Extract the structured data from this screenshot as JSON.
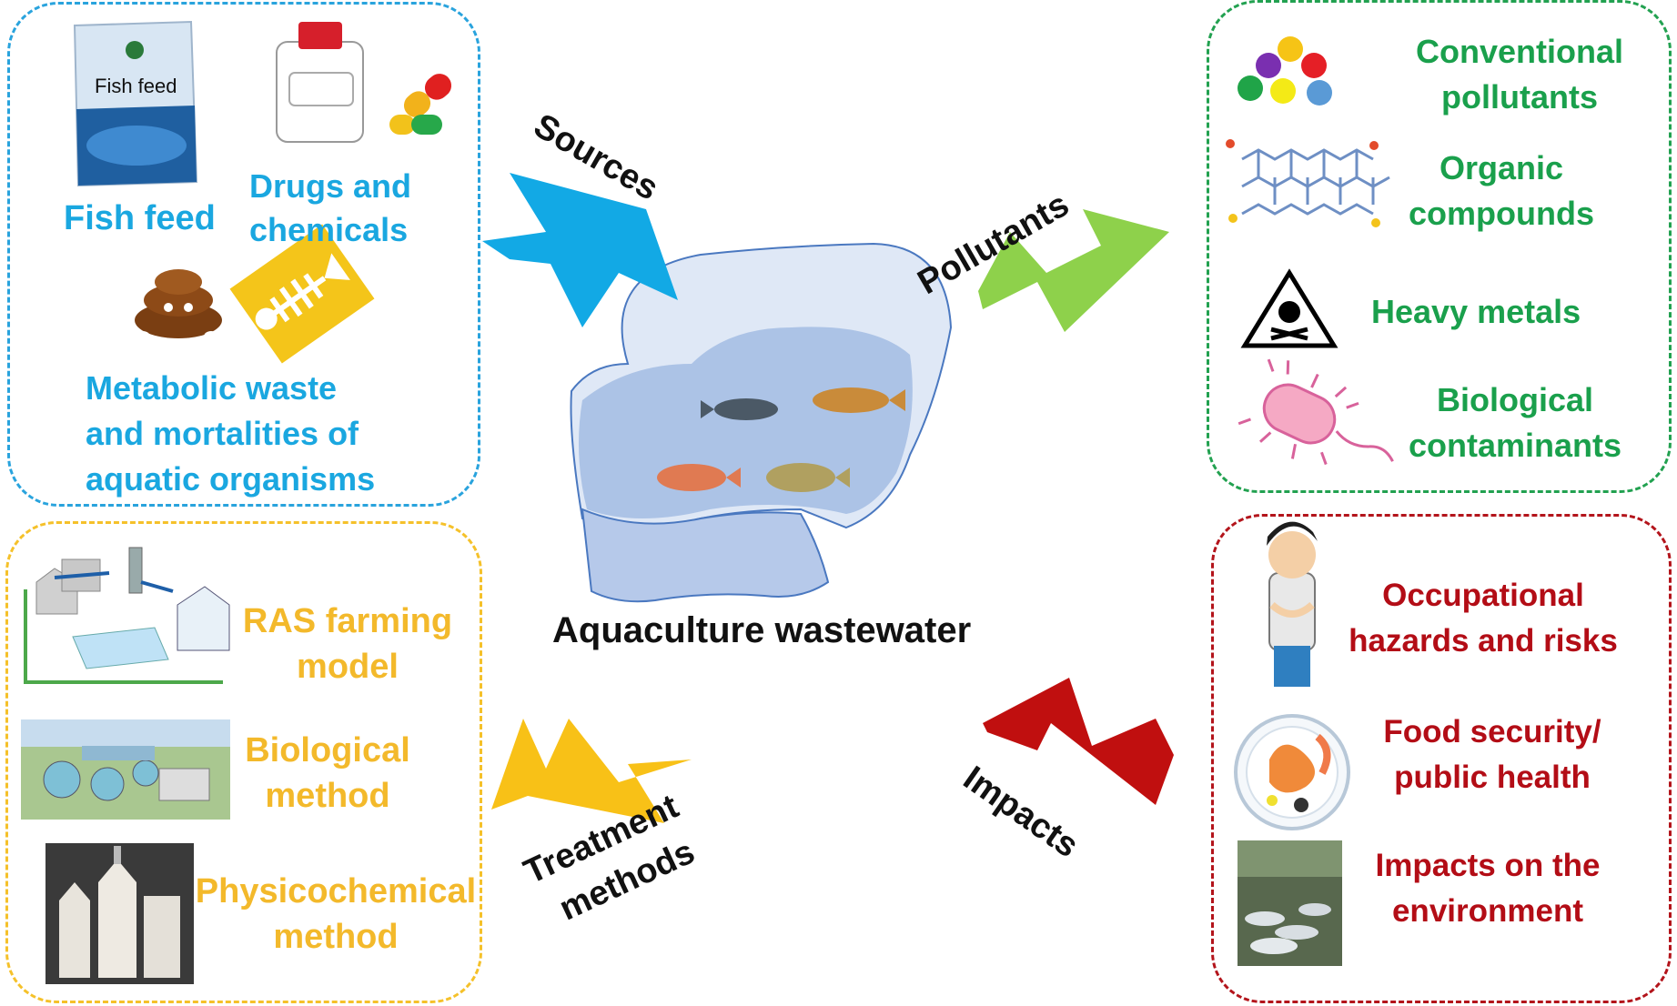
{
  "center": {
    "title": "Aquaculture wastewater"
  },
  "arrows": {
    "sources": "Sources",
    "pollutants": "Pollutants",
    "treatment_line1": "Treatment",
    "treatment_line2": "methods",
    "impacts": "Impacts"
  },
  "sources_panel": {
    "fish_feed_bag_text": "Fish feed",
    "fish_feed": "Fish feed",
    "drugs_line1": "Drugs and",
    "drugs_line2": "chemicals",
    "metabolic_line1": "Metabolic waste",
    "metabolic_line2": "and mortalities of",
    "metabolic_line3": "aquatic organisms"
  },
  "pollutants_panel": {
    "conventional_line1": "Conventional",
    "conventional_line2": "pollutants",
    "organic_line1": "Organic",
    "organic_line2": "compounds",
    "heavy_metals": "Heavy metals",
    "biological_line1": "Biological",
    "biological_line2": "contaminants"
  },
  "treatment_panel": {
    "ras_line1": "RAS farming",
    "ras_line2": "model",
    "biological_line1": "Biological",
    "biological_line2": "method",
    "physico_line1": "Physicochemical",
    "physico_line2": "method"
  },
  "impacts_panel": {
    "occupational_line1": "Occupational",
    "occupational_line2": "hazards and risks",
    "food_line1": "Food security/",
    "food_line2": "public health",
    "environment_line1": "Impacts on the",
    "environment_line2": "environment"
  },
  "colors": {
    "sources": "#29a3dd",
    "pollutants": "#22a150",
    "treatment": "#f5c12a",
    "impacts": "#b3141b"
  }
}
